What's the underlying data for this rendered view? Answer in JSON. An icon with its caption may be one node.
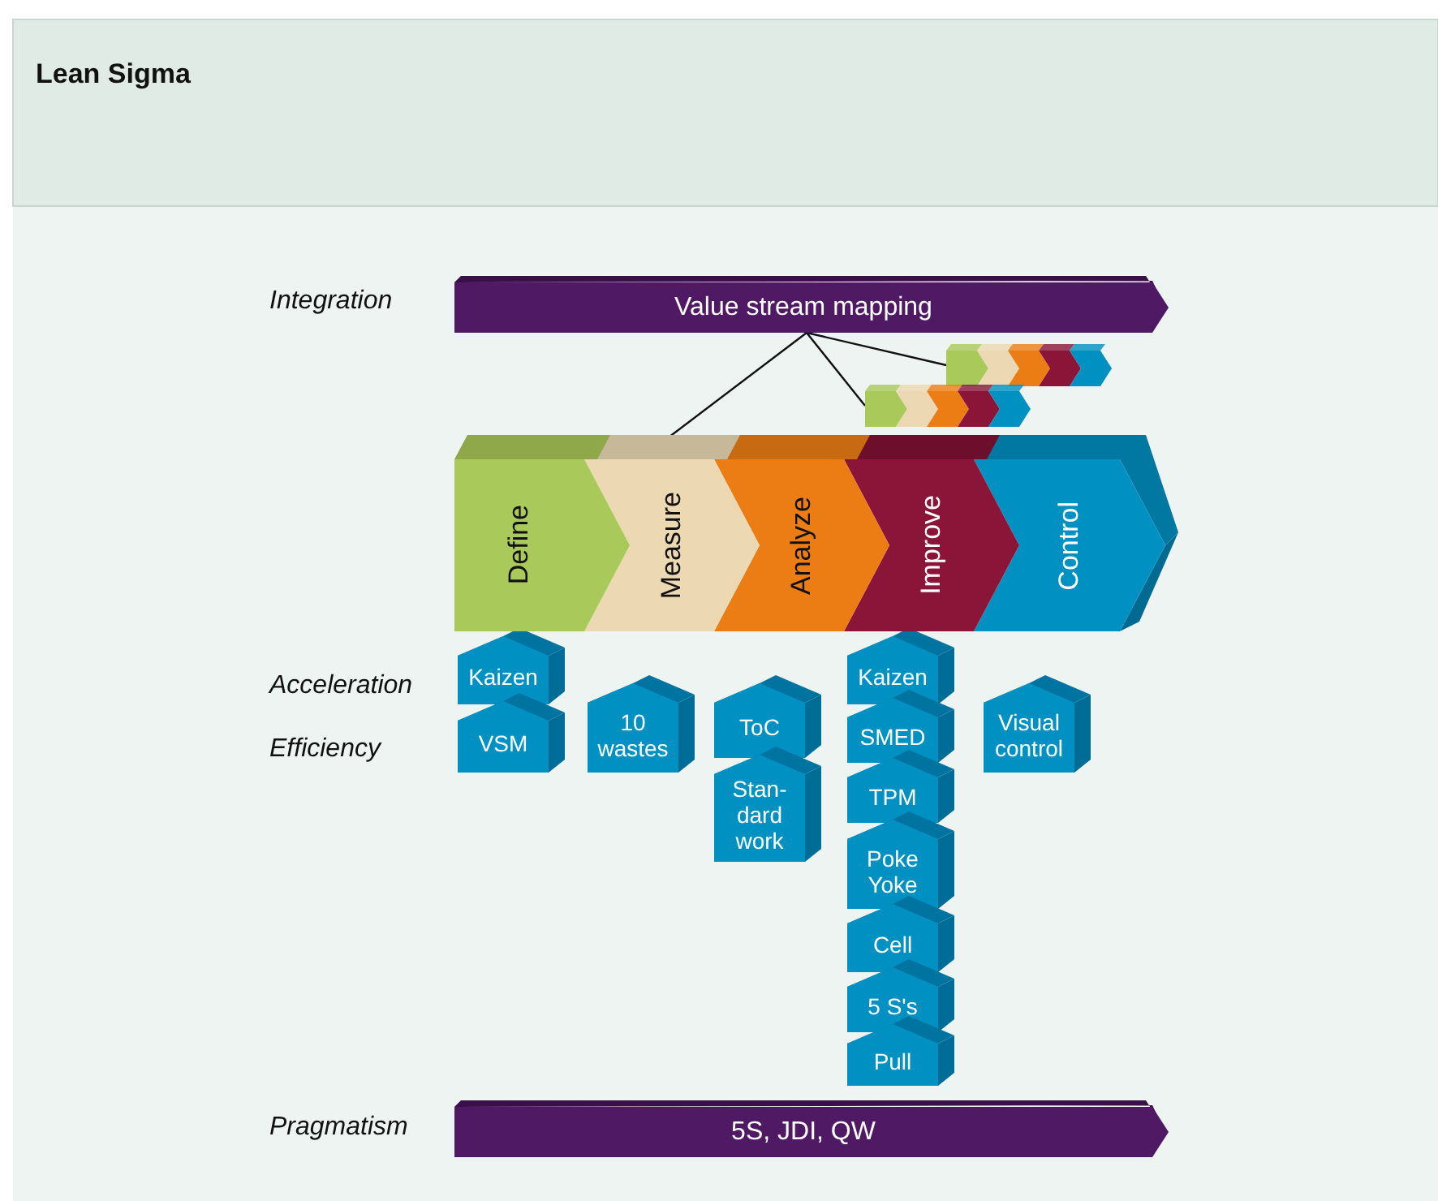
{
  "diagram": {
    "title": "Lean Sigma",
    "nodes": [
      {
        "text": [
          "Value stream mapping"
        ]
      },
      {
        "text": [],
        "shape": "chevron"
      },
      {
        "text": [],
        "shape": "chevron"
      },
      {
        "text": [
          "Define"
        ]
      },
      {
        "text": [
          "Measure"
        ]
      },
      {
        "text": [
          "Analyze"
        ]
      },
      {
        "text": [
          "Improve"
        ]
      },
      {
        "text": [
          "Control"
        ]
      },
      {
        "text": [
          "Kaizen"
        ]
      },
      {
        "text": [
          "VSM"
        ]
      },
      {
        "text": [
          "10 wastes"
        ]
      },
      {
        "text": [
          "ToC"
        ]
      },
      {
        "text": [
          "Stan-dard work"
        ]
      },
      {
        "text": [
          "Kaizen"
        ]
      },
      {
        "text": [
          "SMED"
        ]
      },
      {
        "text": [
          "TPM"
        ]
      },
      {
        "text": [
          "Poke Yoke"
        ]
      },
      {
        "text": [
          "Cell"
        ]
      },
      {
        "text": [
          "5 S's"
        ]
      },
      {
        "text": [
          "Pull"
        ]
      },
      {
        "text": [
          "Visual control"
        ]
      },
      {
        "text": [
          "5S, JDI, QW"
        ]
      }
    ],
    "edges": [
      {
        "from": 0,
        "to": 4,
        "arrow": "none"
      },
      {
        "from": 0,
        "to": 2,
        "arrow": "none"
      },
      {
        "from": 0,
        "to": 1,
        "arrow": "none"
      }
    ],
    "labels": [
      "Integration",
      "Acceleration",
      "Efficiency",
      "Pragmatism"
    ]
  }
}
